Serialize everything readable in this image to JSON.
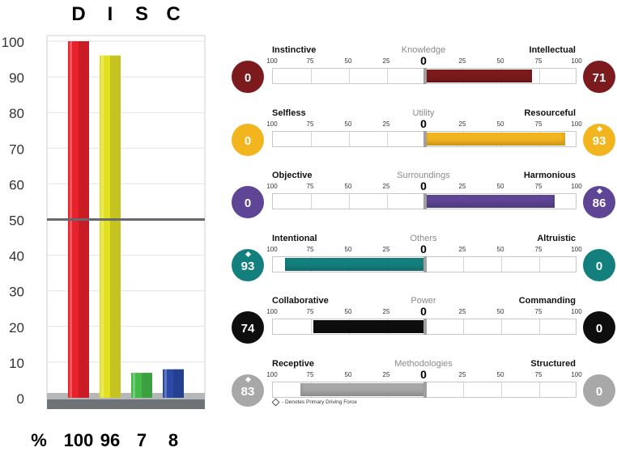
{
  "chart_data": [
    {
      "type": "bar",
      "categories": [
        "D",
        "I",
        "S",
        "C"
      ],
      "values": [
        100,
        96,
        7,
        8
      ],
      "ylim": [
        0,
        100
      ],
      "yticks": [
        0,
        10,
        20,
        30,
        40,
        50,
        60,
        70,
        80,
        90,
        100
      ],
      "reference_line": 50,
      "bottom_labels": [
        "%",
        "100",
        "96",
        "7",
        "8"
      ],
      "colors": [
        "#e8212b",
        "#e3e024",
        "#45b84a",
        "#2b4aa6"
      ],
      "grid": true
    },
    {
      "type": "bar",
      "subtype": "diverging",
      "scale_ticks": [
        "100",
        "75",
        "50",
        "25",
        "0",
        "25",
        "50",
        "75",
        "100"
      ],
      "forces": [
        {
          "left": "Instinctive",
          "center": "Knowledge",
          "right": "Intellectual",
          "left_value": 0,
          "right_value": 71,
          "primary": "none",
          "color": "#7d1a1d"
        },
        {
          "left": "Selfless",
          "center": "Utility",
          "right": "Resourceful",
          "left_value": 0,
          "right_value": 93,
          "primary": "right",
          "color": "#f2b51e"
        },
        {
          "left": "Objective",
          "center": "Surroundings",
          "right": "Harmonious",
          "left_value": 0,
          "right_value": 86,
          "primary": "right",
          "color": "#5e4596"
        },
        {
          "left": "Intentional",
          "center": "Others",
          "right": "Altruistic",
          "left_value": 93,
          "right_value": 0,
          "primary": "left",
          "color": "#14807e"
        },
        {
          "left": "Collaborative",
          "center": "Power",
          "right": "Commanding",
          "left_value": 74,
          "right_value": 0,
          "primary": "none",
          "color": "#0e0e0e"
        },
        {
          "left": "Receptive",
          "center": "Methodologies",
          "right": "Structured",
          "left_value": 83,
          "right_value": 0,
          "primary": "left",
          "color": "#a8a8a8"
        }
      ],
      "legend_note": "- Denotes Primary Driving Force"
    }
  ]
}
